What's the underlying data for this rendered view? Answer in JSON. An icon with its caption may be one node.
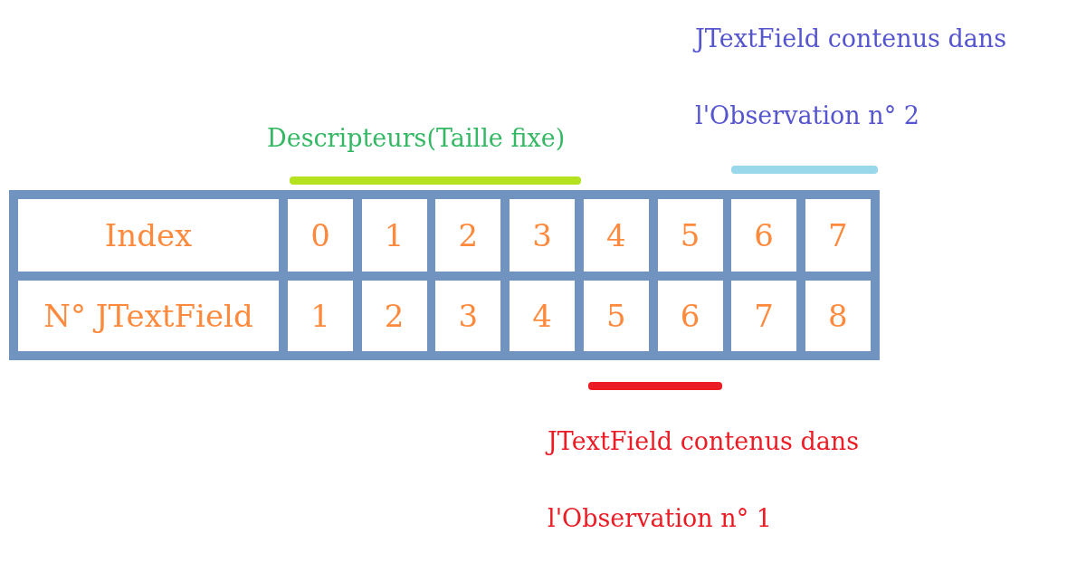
{
  "diagram": {
    "labels": [
      "Descripteurs(Taille fixe)",
      "JTextField contenus dans l'Observation n° 2",
      "Index",
      "0",
      "1",
      "2",
      "3",
      "4",
      "5",
      "6",
      "7",
      "N° JTextField",
      "1",
      "2",
      "3",
      "4",
      "5",
      "6",
      "7",
      "8",
      "JTextField contenus dans l'Observation n° 1"
    ]
  }
}
